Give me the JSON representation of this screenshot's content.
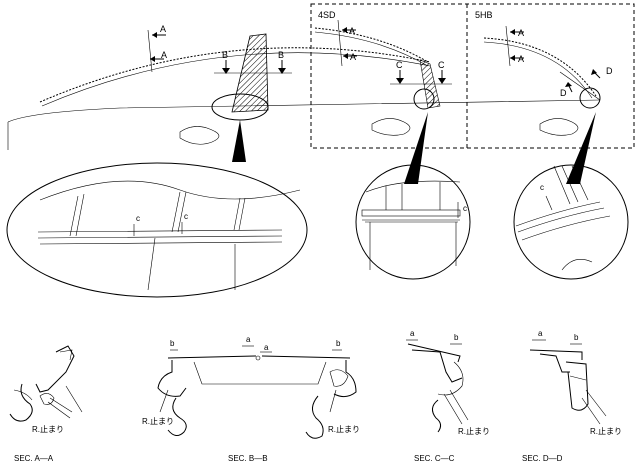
{
  "inset_labels": {
    "sedan": "4SD",
    "hatchback": "5HB"
  },
  "section_marks": {
    "a": "A",
    "b": "B",
    "c": "C",
    "d": "D"
  },
  "dims": {
    "a": "a",
    "b": "b",
    "c": "c"
  },
  "stop_label": "R.止まり",
  "section_captions": {
    "aa": "SEC. A—A",
    "bb": "SEC. B—B",
    "cc": "SEC. C—C",
    "dd": "SEC. D—D"
  }
}
